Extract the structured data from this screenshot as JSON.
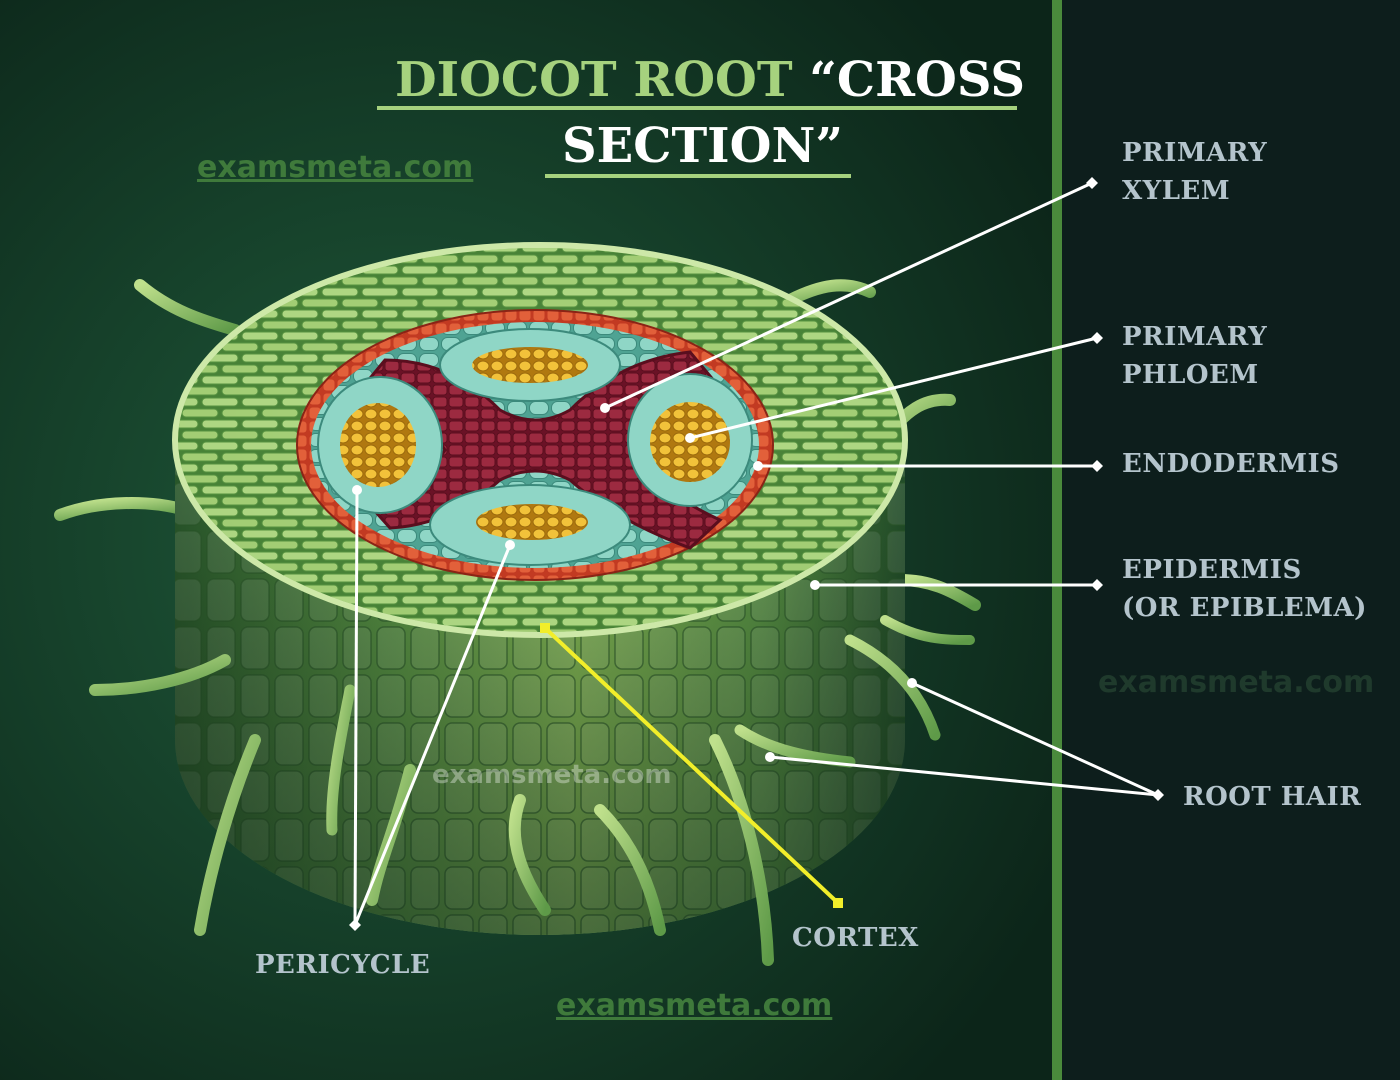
{
  "title": {
    "line1_part1": "DIOCOT ROOT",
    "line1_part2": "“CROSS",
    "line2": "SECTION”"
  },
  "labels": {
    "primary_xylem": [
      "PRIMARY",
      "XYLEM"
    ],
    "primary_phloem": [
      "PRIMARY",
      "PHLOEM"
    ],
    "endodermis": "ENDODERMIS",
    "epidermis": [
      "EPIDERMIS",
      "(OR EPIBLEMA)"
    ],
    "root_hair": "ROOT HAIR",
    "cortex": "CORTEX",
    "pericycle": "PERICYCLE"
  },
  "watermark": "examsmeta.com",
  "colors": {
    "background": "#0f2a1e",
    "side_panel": "#0d1e1c",
    "divider": "#4a8a3c",
    "title_green": "#a6d27e",
    "title_white": "#ffffff",
    "label": "#b4c4cc",
    "leader": "#ffffff",
    "cortex_leader": "#f2ee2a",
    "cortex_cells": "#8cc35a",
    "endodermis": "#d6452a",
    "xylem": "#8a1c30",
    "phloem": "#e8b220",
    "pericycle": "#7ecbb8",
    "watermark": "#3f7a3b"
  }
}
